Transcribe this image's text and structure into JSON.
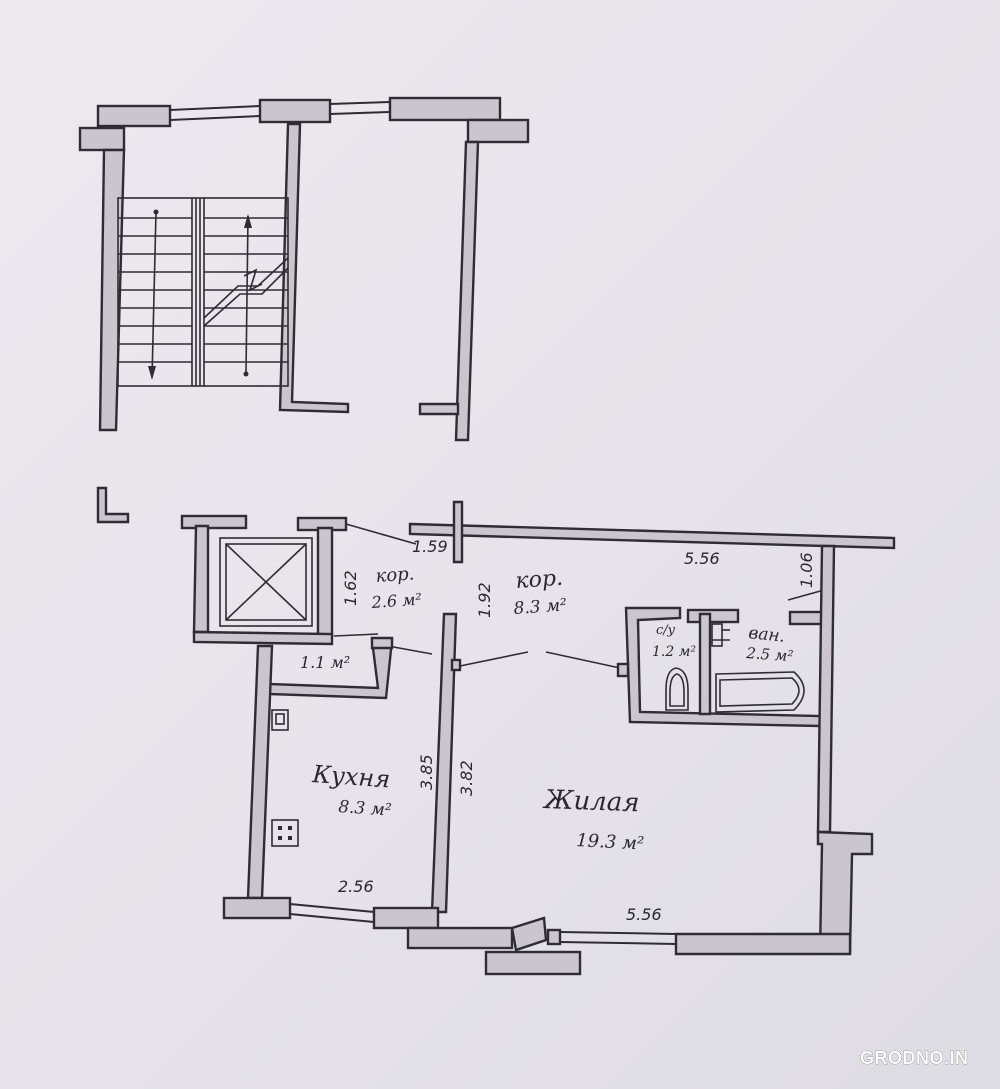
{
  "rooms": {
    "corridor_small": {
      "name": "кор.",
      "area": "2.6 м²"
    },
    "corridor_main": {
      "name": "кор.",
      "area": "8.3 м²"
    },
    "toilet": {
      "name": "с/у",
      "area": "1.2 м²"
    },
    "bathroom": {
      "name": "ван.",
      "area": "2.5 м²"
    },
    "closet": {
      "area": "1.1 м²"
    },
    "kitchen": {
      "name": "Кухня",
      "area": "8.3 м²"
    },
    "living": {
      "name": "Жилая",
      "area": "19.3 м²"
    }
  },
  "dimensions": {
    "d_159": "1.59",
    "d_556_top": "5.56",
    "d_162": "1.62",
    "d_192": "1.92",
    "d_106": "1.06",
    "d_385": "3.85",
    "d_382": "3.82",
    "d_256": "2.56",
    "d_556_bottom": "5.56"
  },
  "watermark": "GRODNO.IN"
}
